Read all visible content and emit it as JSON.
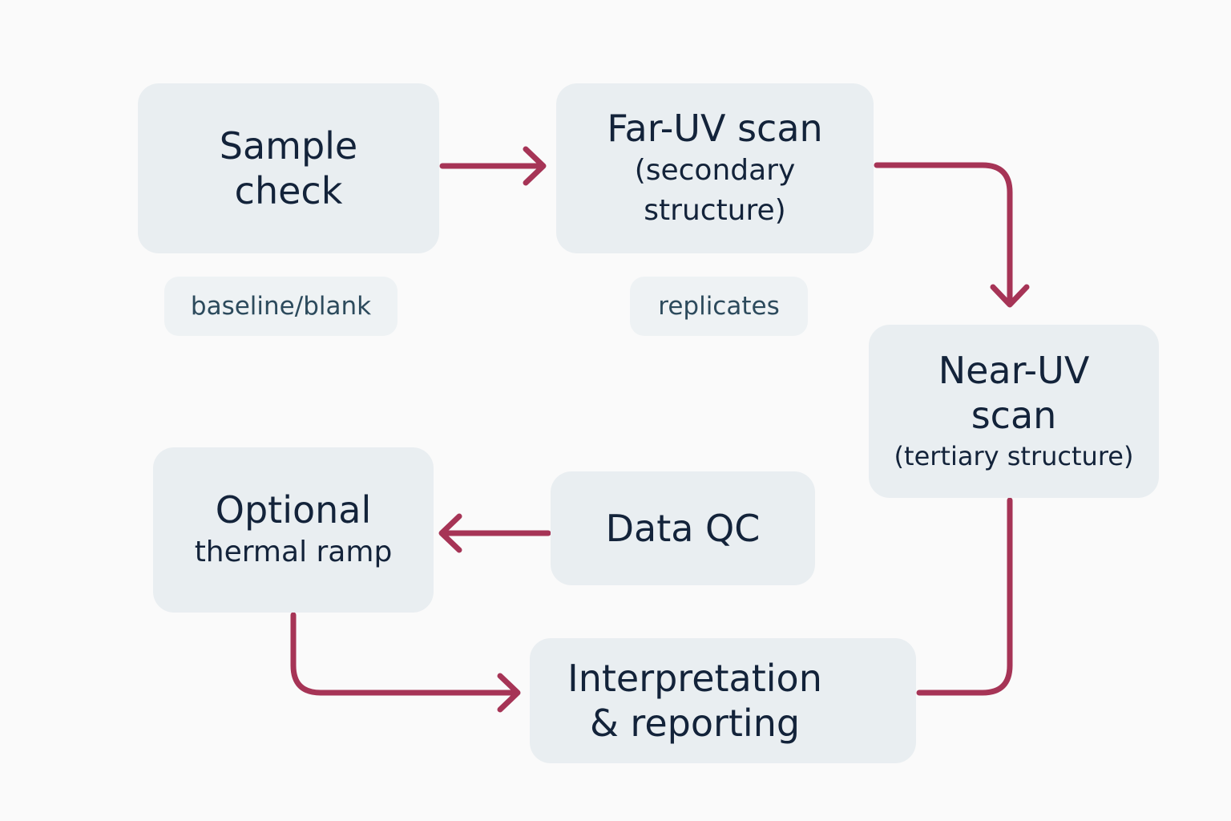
{
  "colors": {
    "background": "#fafafa",
    "node_fill": "#e9eef1",
    "tag_fill": "#eef2f4",
    "node_text": "#13233a",
    "tag_text": "#2c4a5c",
    "arrow": "#a63456"
  },
  "nodes": {
    "sample_check": {
      "lines": [
        "Sample",
        "check"
      ]
    },
    "far_uv": {
      "title": "Far-UV scan",
      "subtitle_lines": [
        "(secondary",
        "structure)"
      ]
    },
    "near_uv": {
      "title_lines": [
        "Near-UV",
        "scan"
      ],
      "subtitle": "(tertiary structure)"
    },
    "data_qc": {
      "label": "Data QC"
    },
    "optional": {
      "title": "Optional",
      "subtitle": "thermal ramp"
    },
    "interpretation": {
      "lines": [
        "Interpretation",
        "& reporting"
      ]
    }
  },
  "tags": {
    "baseline": "baseline/blank",
    "replicates": "replicates"
  }
}
